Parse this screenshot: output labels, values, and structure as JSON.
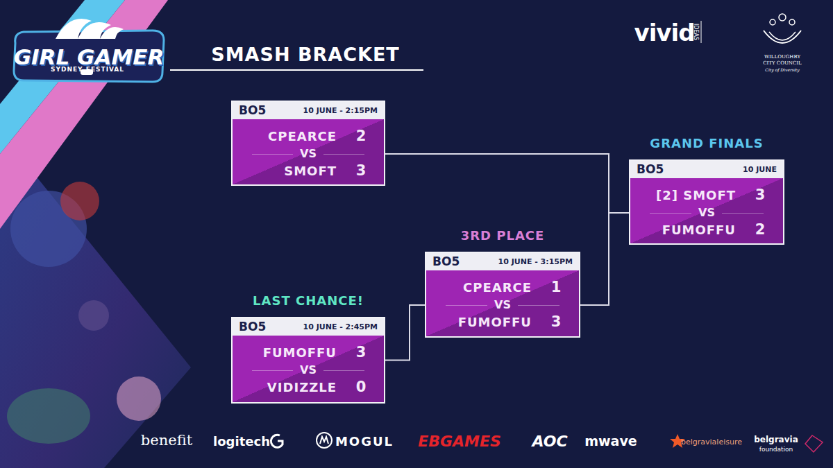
{
  "diagram": {
    "title": "SMASH BRACKET",
    "nodes": [
      {
        "text": [
          "BO5",
          "10 JUNE - 2:15PM",
          "CPEARCE",
          "2",
          "VS",
          "SMOFT",
          "3"
        ]
      },
      {
        "text": [
          "GRAND FINALS",
          "BO5",
          "10 JUNE",
          "[2] SMOFT",
          "3",
          "VS",
          "FUMOFFU",
          "2"
        ]
      },
      {
        "text": [
          "3RD PLACE",
          "BO5",
          "10 JUNE - 3:15PM",
          "CPEARCE",
          "1",
          "VS",
          "FUMOFFU",
          "3"
        ]
      },
      {
        "text": [
          "LAST CHANCE!",
          "BO5",
          "10 JUNE - 2:45PM",
          "FUMOFFU",
          "3",
          "VS",
          "VIDIZZLE",
          "0"
        ]
      }
    ],
    "edges": [
      {
        "from": 0,
        "to": 1,
        "arrow": "none"
      },
      {
        "from": 2,
        "to": 1,
        "arrow": "none"
      },
      {
        "from": 3,
        "to": 2,
        "arrow": "none"
      }
    ],
    "labels": [
      "GIRL GAMER",
      "SYDNEY FESTIVAL",
      "vivid",
      "IDEAS",
      "WILLOUGHBY",
      "CITY COUNCIL",
      "City of Diversity",
      "benefit",
      "logitech",
      "MOGUL",
      "EBGAMES",
      "AOC",
      "mwave",
      "belgravialeisure",
      "belgravia",
      "foundation"
    ]
  }
}
